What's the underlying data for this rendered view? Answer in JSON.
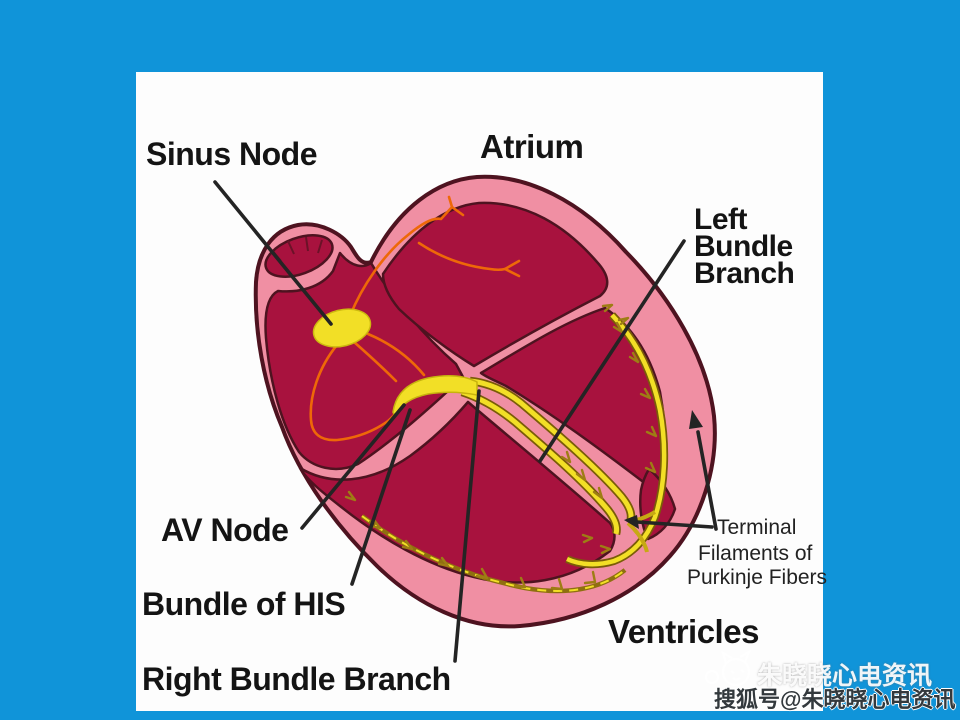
{
  "diagram": {
    "subject": "cardiac-conduction-system",
    "labels": {
      "sinus_node": "Sinus Node",
      "atrium": "Atrium",
      "left_bundle_branch": {
        "line1": "Left",
        "line2": "Bundle",
        "line3": "Branch"
      },
      "av_node": "AV Node",
      "bundle_of_his": "Bundle of HIS",
      "right_bundle_branch": "Right Bundle Branch",
      "ventricles": "Ventricles",
      "terminal_filaments": {
        "line1": "Terminal",
        "line2": "Filaments of",
        "line3": "Purkinje Fibers"
      }
    }
  },
  "watermark": {
    "line1": "朱晓晓心电资讯",
    "line2": "搜狐号@朱晓晓心电资讯",
    "logo": "cat-face-logo"
  },
  "colors": {
    "background_blue": "#1094D9",
    "panel_white": "#FDFDFD",
    "heart_wall_pink": "#F08FA3",
    "chamber_red": "#A8123E",
    "outline_maroon": "#4E1320",
    "conduction_yellow": "#F2DF26",
    "purkinje_olive": "#9E7D14",
    "atrial_fiber_orange": "#EE6808",
    "label_text": "#141414"
  }
}
